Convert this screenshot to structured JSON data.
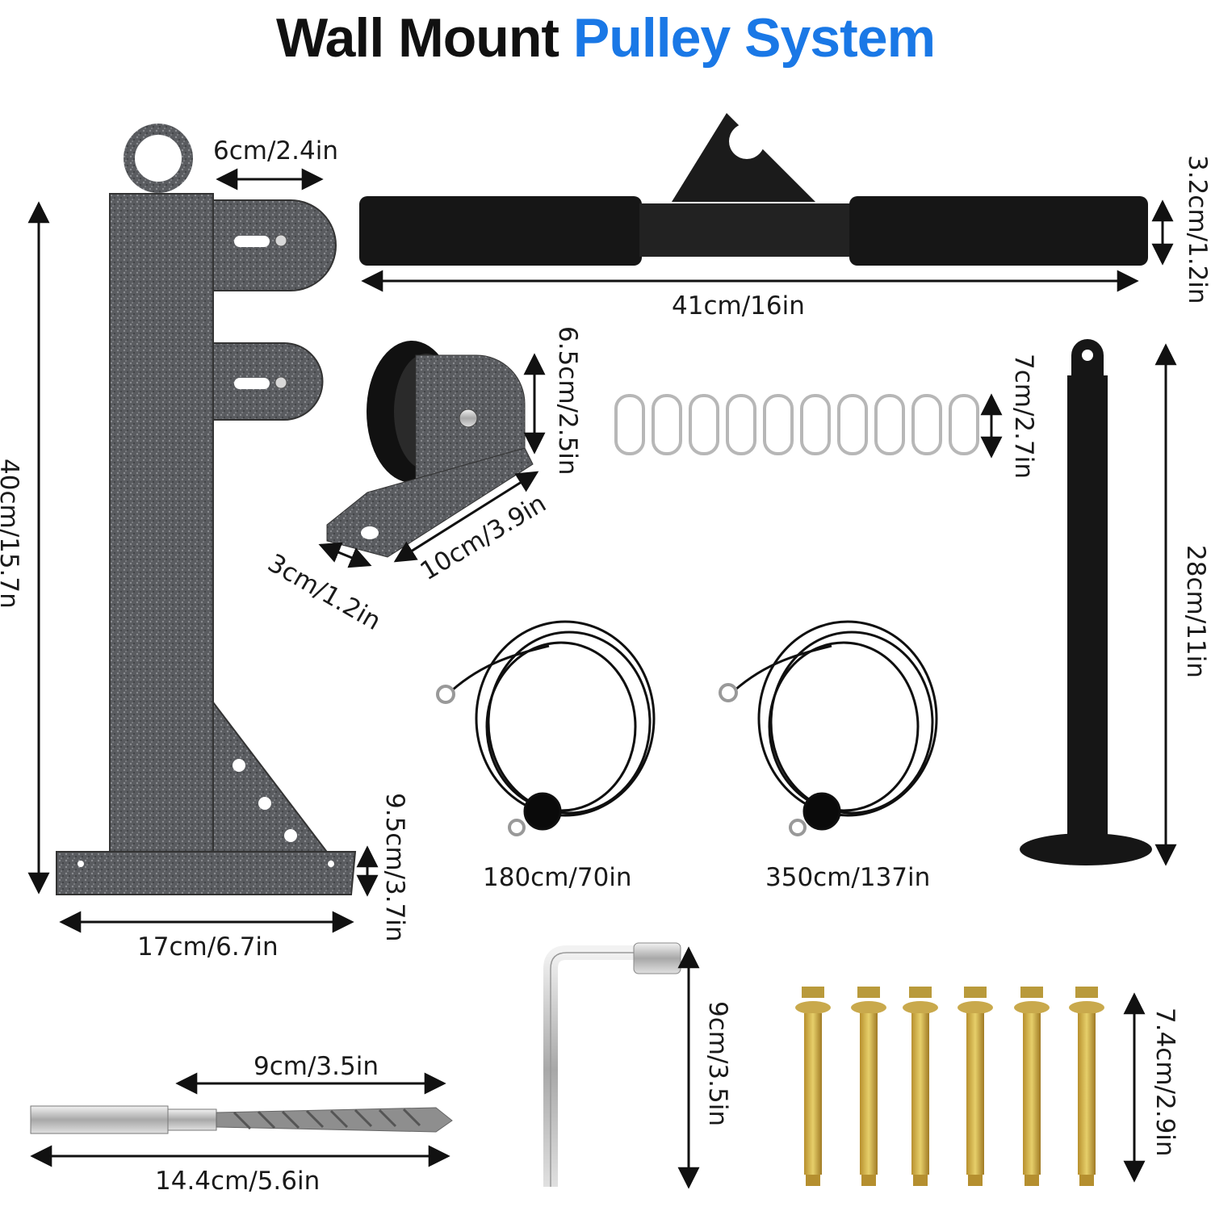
{
  "title": {
    "part1": "Wall Mount",
    "part2": "Pulley System"
  },
  "colors": {
    "accent_blue": "#1a78e6",
    "title_dark": "#111111",
    "metal_gray": "#55575a",
    "black_steel": "#161616"
  },
  "dimensions": {
    "bracket_height": "40cm/15.7n",
    "bracket_plate_width": "6cm/2.4in",
    "bracket_base_width": "17cm/6.7in",
    "bracket_base_height": "9.5cm/3.7in",
    "bar_length": "41cm/16in",
    "bar_diameter": "3.2cm/1.2in",
    "pulley_height": "6.5cm/2.5in",
    "pulley_length": "10cm/3.9in",
    "pulley_width": "3cm/1.2in",
    "carabiner_length": "7cm/2.7in",
    "loading_pin_height": "28cm/11in",
    "cable_short": "180cm/70in",
    "cable_long": "350cm/137in",
    "drill_bit_head": "9cm/3.5in",
    "drill_bit_total": "14.4cm/5.6in",
    "wrench_length": "9cm/3.5in",
    "bolt_length": "7.4cm/2.9in"
  },
  "icons": {
    "bracket": "wall-bracket-icon",
    "bar": "lat-bar-icon",
    "pulley": "pulley-wheel-icon",
    "carabiner": "carabiner-icon",
    "pin": "loading-pin-icon",
    "cable": "steel-cable-icon",
    "drill": "drill-bit-icon",
    "wrench": "socket-wrench-icon",
    "bolt": "expansion-bolt-icon"
  }
}
